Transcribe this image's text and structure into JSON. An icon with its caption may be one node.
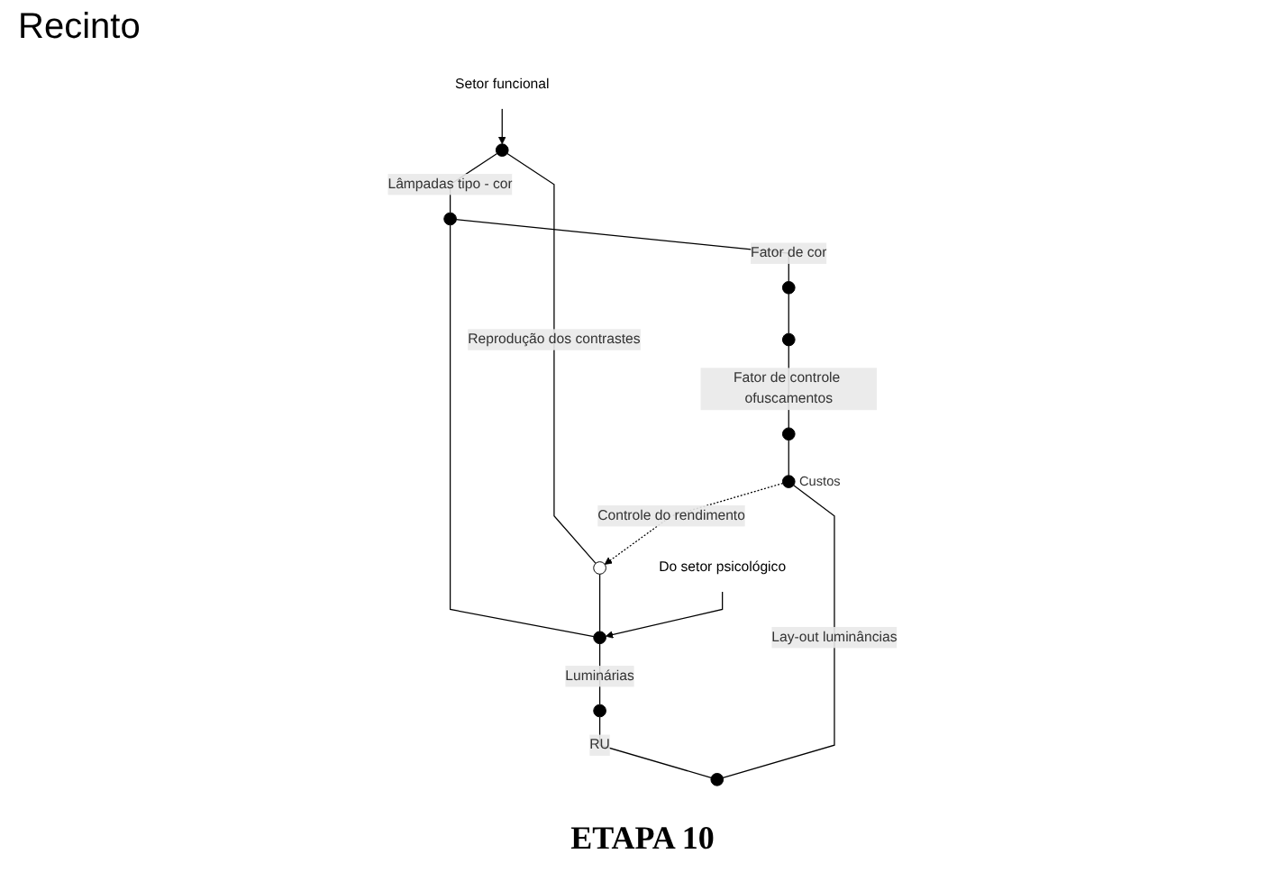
{
  "diagram": {
    "caption": "ETAPA 10",
    "nodes": [
      {
        "text": [
          "Setor funcional"
        ]
      },
      {
        "text": [],
        "shape": "circle"
      },
      {
        "text": [],
        "shape": "circle"
      },
      {
        "text": [],
        "shape": "circle"
      },
      {
        "text": [],
        "shape": "circle"
      },
      {
        "text": [],
        "shape": "circle"
      },
      {
        "text": [
          "Do setor psicológico"
        ]
      },
      {
        "text": [],
        "shape": "circle"
      },
      {
        "text": [],
        "shape": "circle"
      },
      {
        "text": [],
        "shape": "circle"
      },
      {
        "text": [],
        "shape": "circle"
      },
      {
        "text": [],
        "shape": "circle",
        "beside": [
          "Custos"
        ]
      }
    ],
    "edges": [
      {
        "from": 0,
        "to": 1,
        "arrow": "to"
      },
      {
        "from": 1,
        "to": 2,
        "arrow": "none",
        "label": "Lâmpadas tipo - cor"
      },
      {
        "from": 1,
        "to": 7,
        "arrow": "none",
        "label": "Reprodução dos contrastes"
      },
      {
        "from": 2,
        "to": 3,
        "arrow": "none",
        "label": "Fator de cor"
      },
      {
        "from": 3,
        "to": 4,
        "arrow": "none"
      },
      {
        "from": 4,
        "to": 5,
        "arrow": "none",
        "label": "Fator de controle ofuscamentos"
      },
      {
        "from": 5,
        "to": 11,
        "arrow": "none"
      },
      {
        "from": 2,
        "to": 8,
        "arrow": "none"
      },
      {
        "from": 7,
        "to": 8,
        "arrow": "none"
      },
      {
        "from": 6,
        "to": 8,
        "arrow": "to"
      },
      {
        "from": 8,
        "to": 9,
        "arrow": "none",
        "label": "Luminárias"
      },
      {
        "from": 9,
        "to": 10,
        "arrow": "none",
        "label": "RU"
      },
      {
        "from": 10,
        "to": 11,
        "arrow": "none",
        "label": "Lay-out luminâncias"
      },
      {
        "from": 11,
        "to": 7,
        "arrow": "to",
        "style": "dashed",
        "label": "Controle do rendimento"
      }
    ],
    "labels": [
      "Recinto"
    ]
  }
}
